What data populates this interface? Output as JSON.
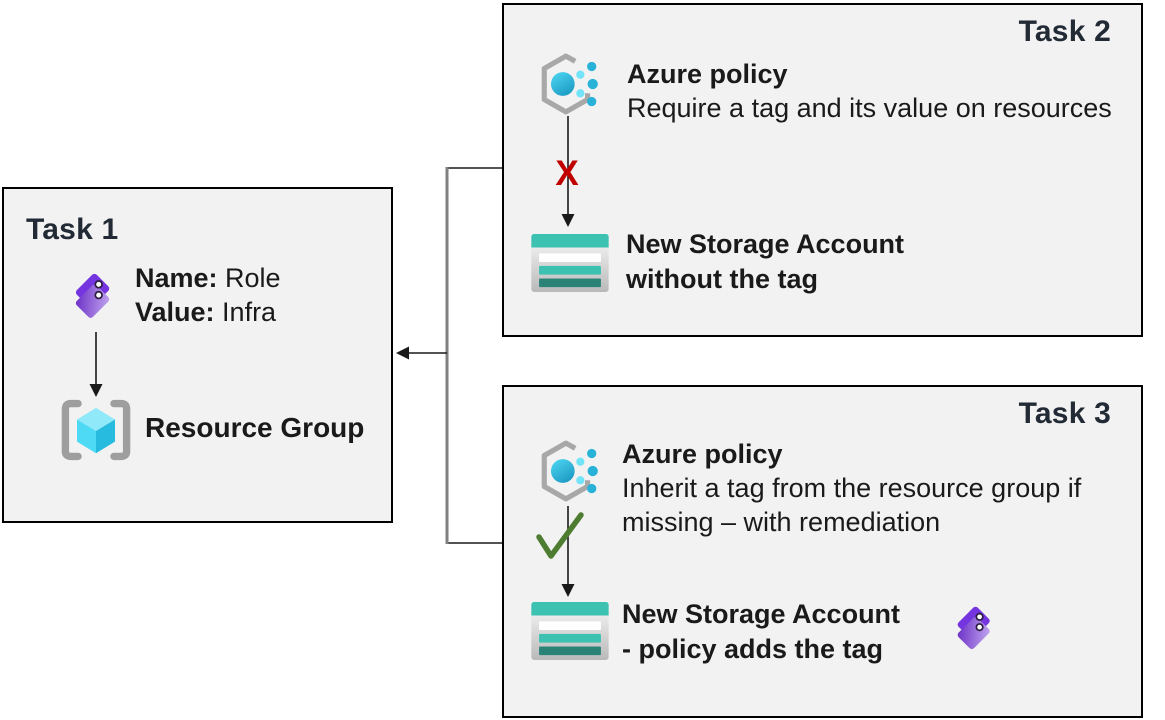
{
  "colors": {
    "box_background": "#f2f2f2",
    "box_border": "#000000",
    "title_text": "#222b35",
    "body_text": "#1a1a1a",
    "fail_mark": "#c00000",
    "success_check": "#4e7d32",
    "connector_gray": "#808080",
    "arrow_black": "#1a1a1a",
    "tag_purple": "#7434e0",
    "storage_teal": "#3dc2b1",
    "policy_cyan": "#29b2d8"
  },
  "task1": {
    "title": "Task 1",
    "tag_name_label": "Name:",
    "tag_name_value": " Role",
    "tag_value_label": "Value:",
    "tag_value_value": " Infra",
    "resource_group_label": "Resource Group"
  },
  "task2": {
    "title": "Task 2",
    "policy_title": "Azure policy",
    "policy_description": "Require a tag and its value on resources",
    "fail_mark": "X",
    "storage_line1": "New Storage Account",
    "storage_line2": "without the tag"
  },
  "task3": {
    "title": "Task 3",
    "policy_title": "Azure policy",
    "policy_description_line1": "Inherit a tag from the resource group if",
    "policy_description_line2": "missing – with remediation",
    "storage_line1": "New Storage Account",
    "storage_line2": "- policy adds the tag"
  }
}
